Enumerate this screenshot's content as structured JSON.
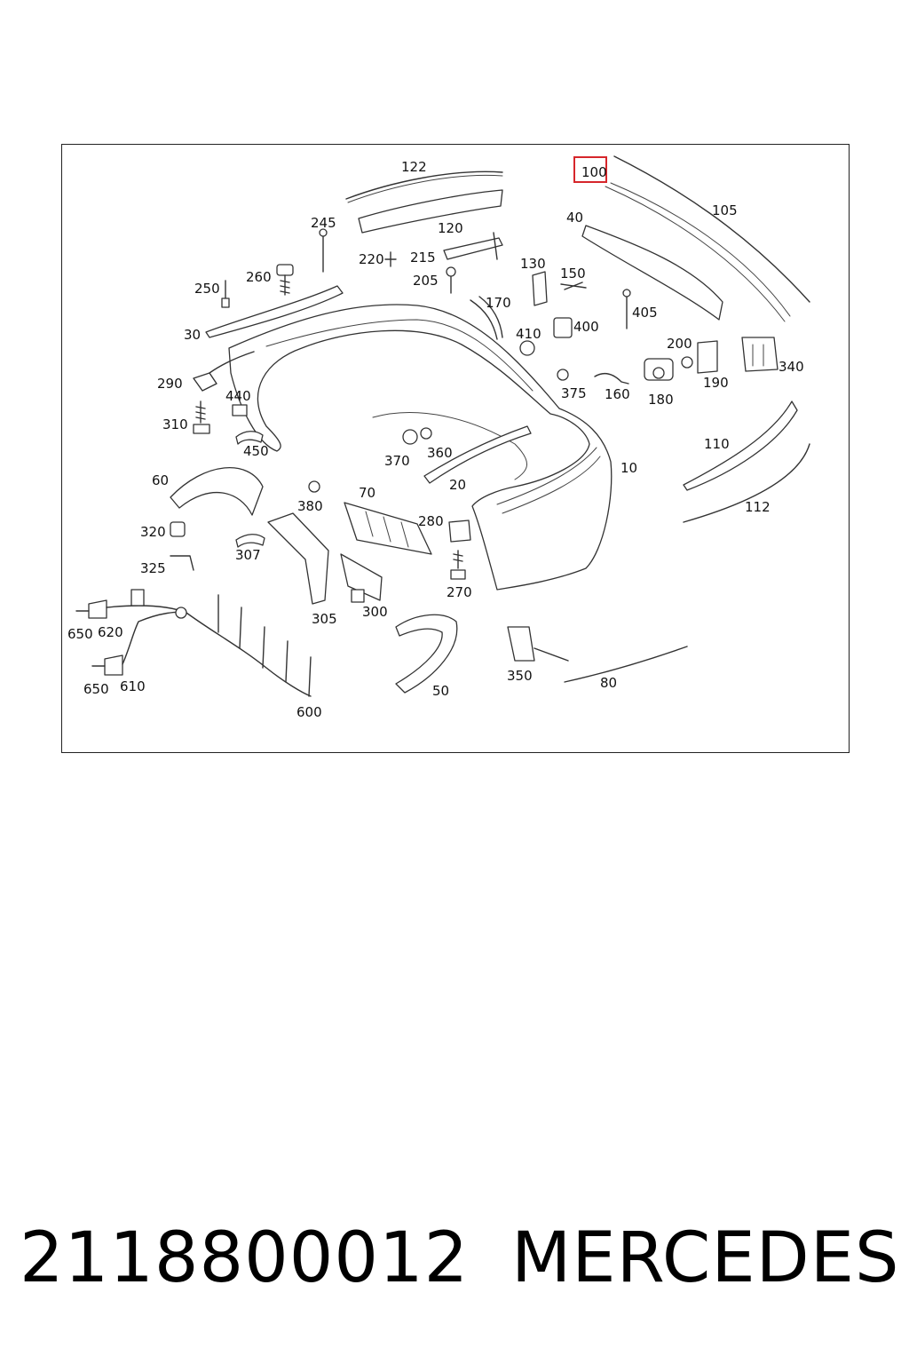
{
  "diagram": {
    "highlight_color": "#d6262b",
    "highlighted_part": "100",
    "labels": [
      "122",
      "100",
      "105",
      "40",
      "245",
      "120",
      "220",
      "215",
      "130",
      "150",
      "205",
      "260",
      "250",
      "170",
      "405",
      "30",
      "410",
      "400",
      "200",
      "290",
      "440",
      "375",
      "160",
      "180",
      "190",
      "340",
      "310",
      "450",
      "370",
      "360",
      "110",
      "20",
      "10",
      "60",
      "380",
      "70",
      "320",
      "280",
      "307",
      "112",
      "325",
      "270",
      "650",
      "620",
      "305",
      "300",
      "650",
      "610",
      "350",
      "50",
      "80",
      "600"
    ]
  },
  "footer": {
    "part_number": "2118800012",
    "brand": "MERCEDES"
  }
}
